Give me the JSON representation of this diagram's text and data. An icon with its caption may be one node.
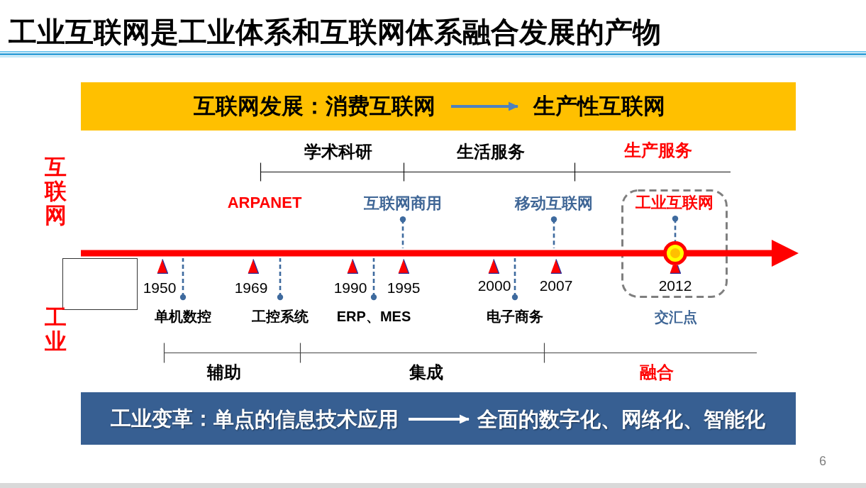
{
  "diagram": {
    "title": "工业互联网是工业体系和互联网体系融合发展的产物",
    "nodes": [
      {
        "text": [
          "互联网发展："
        ]
      },
      {
        "text": [
          "消费互联网"
        ],
        "in": 0
      },
      {
        "text": [
          "生产性互联网"
        ],
        "in": 0
      },
      {
        "text": [
          "互联网商用"
        ]
      },
      {
        "text": [
          "移动互联网"
        ]
      },
      {
        "text": [],
        "shape": "box"
      },
      {
        "text": [
          "工业互联网"
        ],
        "in": 5
      },
      {
        "text": [],
        "shape": "circle",
        "in": 5
      },
      {
        "text": [
          "单机数控"
        ]
      },
      {
        "text": [
          "工控系统"
        ]
      },
      {
        "text": [
          "ERP、MES"
        ]
      },
      {
        "text": [
          "电子商务"
        ]
      },
      {
        "text": [
          "工业变革："
        ]
      },
      {
        "text": [
          "单点的信息技术应用"
        ],
        "in": 12
      },
      {
        "text": [
          "全面的数字化、网络化、智能化"
        ],
        "in": 12
      }
    ],
    "edges": [
      {
        "from": 1,
        "to": 2,
        "arrow": "to",
        "color": "#4f81bd"
      },
      {
        "from": 3,
        "to": null,
        "arrow": "other",
        "style": "dashed"
      },
      {
        "from": 4,
        "to": null,
        "arrow": "other",
        "style": "dashed"
      },
      {
        "from": 6,
        "to": 7,
        "arrow": "other",
        "style": "dashed"
      },
      {
        "from": 8,
        "to": null,
        "arrow": "other",
        "style": "dashed"
      },
      {
        "from": 9,
        "to": null,
        "arrow": "other",
        "style": "dashed"
      },
      {
        "from": 10,
        "to": null,
        "arrow": "other",
        "style": "dashed"
      },
      {
        "from": 11,
        "to": null,
        "arrow": "other",
        "style": "dashed"
      },
      {
        "from": 13,
        "to": 14,
        "arrow": "to",
        "color": "#ffffff"
      }
    ],
    "labels": [
      "学术科研",
      "生活服务",
      "生产服务",
      "互联网",
      "ARPANET",
      "1950",
      "1969",
      "1990",
      "1995",
      "2000",
      "2007",
      "2012",
      "交汇点",
      "工业",
      "辅助",
      "集成",
      "融合",
      "6"
    ]
  }
}
